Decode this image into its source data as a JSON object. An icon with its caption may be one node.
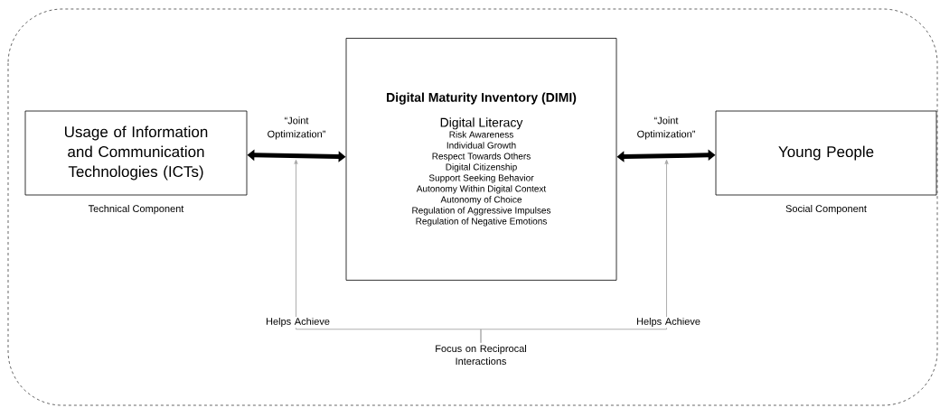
{
  "diagram": {
    "nodes": [
      {
        "text": [
          "Usage of Information and Communication Technologies (ICTs)"
        ],
        "beside": [
          "Technical Component"
        ]
      },
      {
        "text": [
          "Digital Maturity Inventory (DIMI)",
          "Digital Literacy",
          "Risk Awareness",
          "Individual Growth",
          "Respect Towards Others",
          "Digital Citizenship",
          "Support Seeking Behavior",
          "Autonomy Within Digital Context",
          "Autonomy of Choice",
          "Regulation of Aggressive Impulses",
          "Regulation of Negative Emotions"
        ]
      },
      {
        "text": [
          "Young People"
        ],
        "beside": [
          "Social Component"
        ]
      },
      {
        "text": [
          "Focus on Reciprocal Interactions"
        ]
      }
    ],
    "edges": [
      {
        "from": 0,
        "to": 1,
        "arrow": "both",
        "style": "thick",
        "label": "“Joint Optimization”"
      },
      {
        "from": 1,
        "to": 2,
        "arrow": "both",
        "style": "thick",
        "label": "“Joint Optimization”"
      },
      {
        "from": 3,
        "to": null,
        "arrow": "to",
        "color": "#a6a6a6",
        "label": "Helps Achieve"
      },
      {
        "from": 3,
        "to": null,
        "arrow": "to",
        "color": "#a6a6a6",
        "label": "Helps Achieve"
      }
    ]
  }
}
